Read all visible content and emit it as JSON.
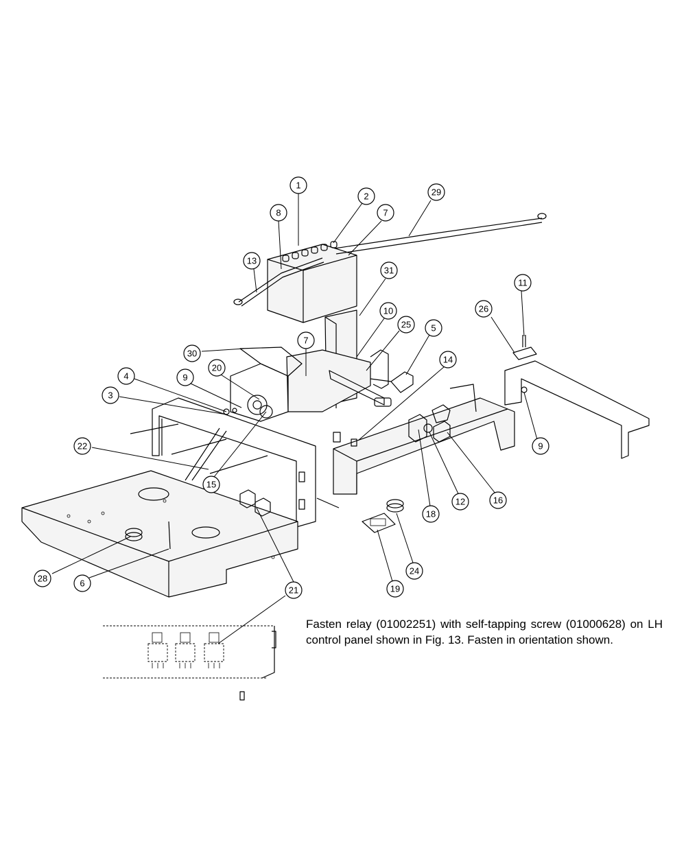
{
  "note": "Fasten relay (01002251) with self-tapping screw (01000628) on LH control panel shown in Fig. 13. Fasten in orientation shown.",
  "callouts": [
    "1",
    "2",
    "29",
    "8",
    "7",
    "13",
    "31",
    "10",
    "25",
    "5",
    "11",
    "26",
    "30",
    "7",
    "14",
    "20",
    "9",
    "4",
    "3",
    "9",
    "22",
    "15",
    "18",
    "12",
    "16",
    "21",
    "28",
    "6",
    "24",
    "19",
    "21"
  ]
}
